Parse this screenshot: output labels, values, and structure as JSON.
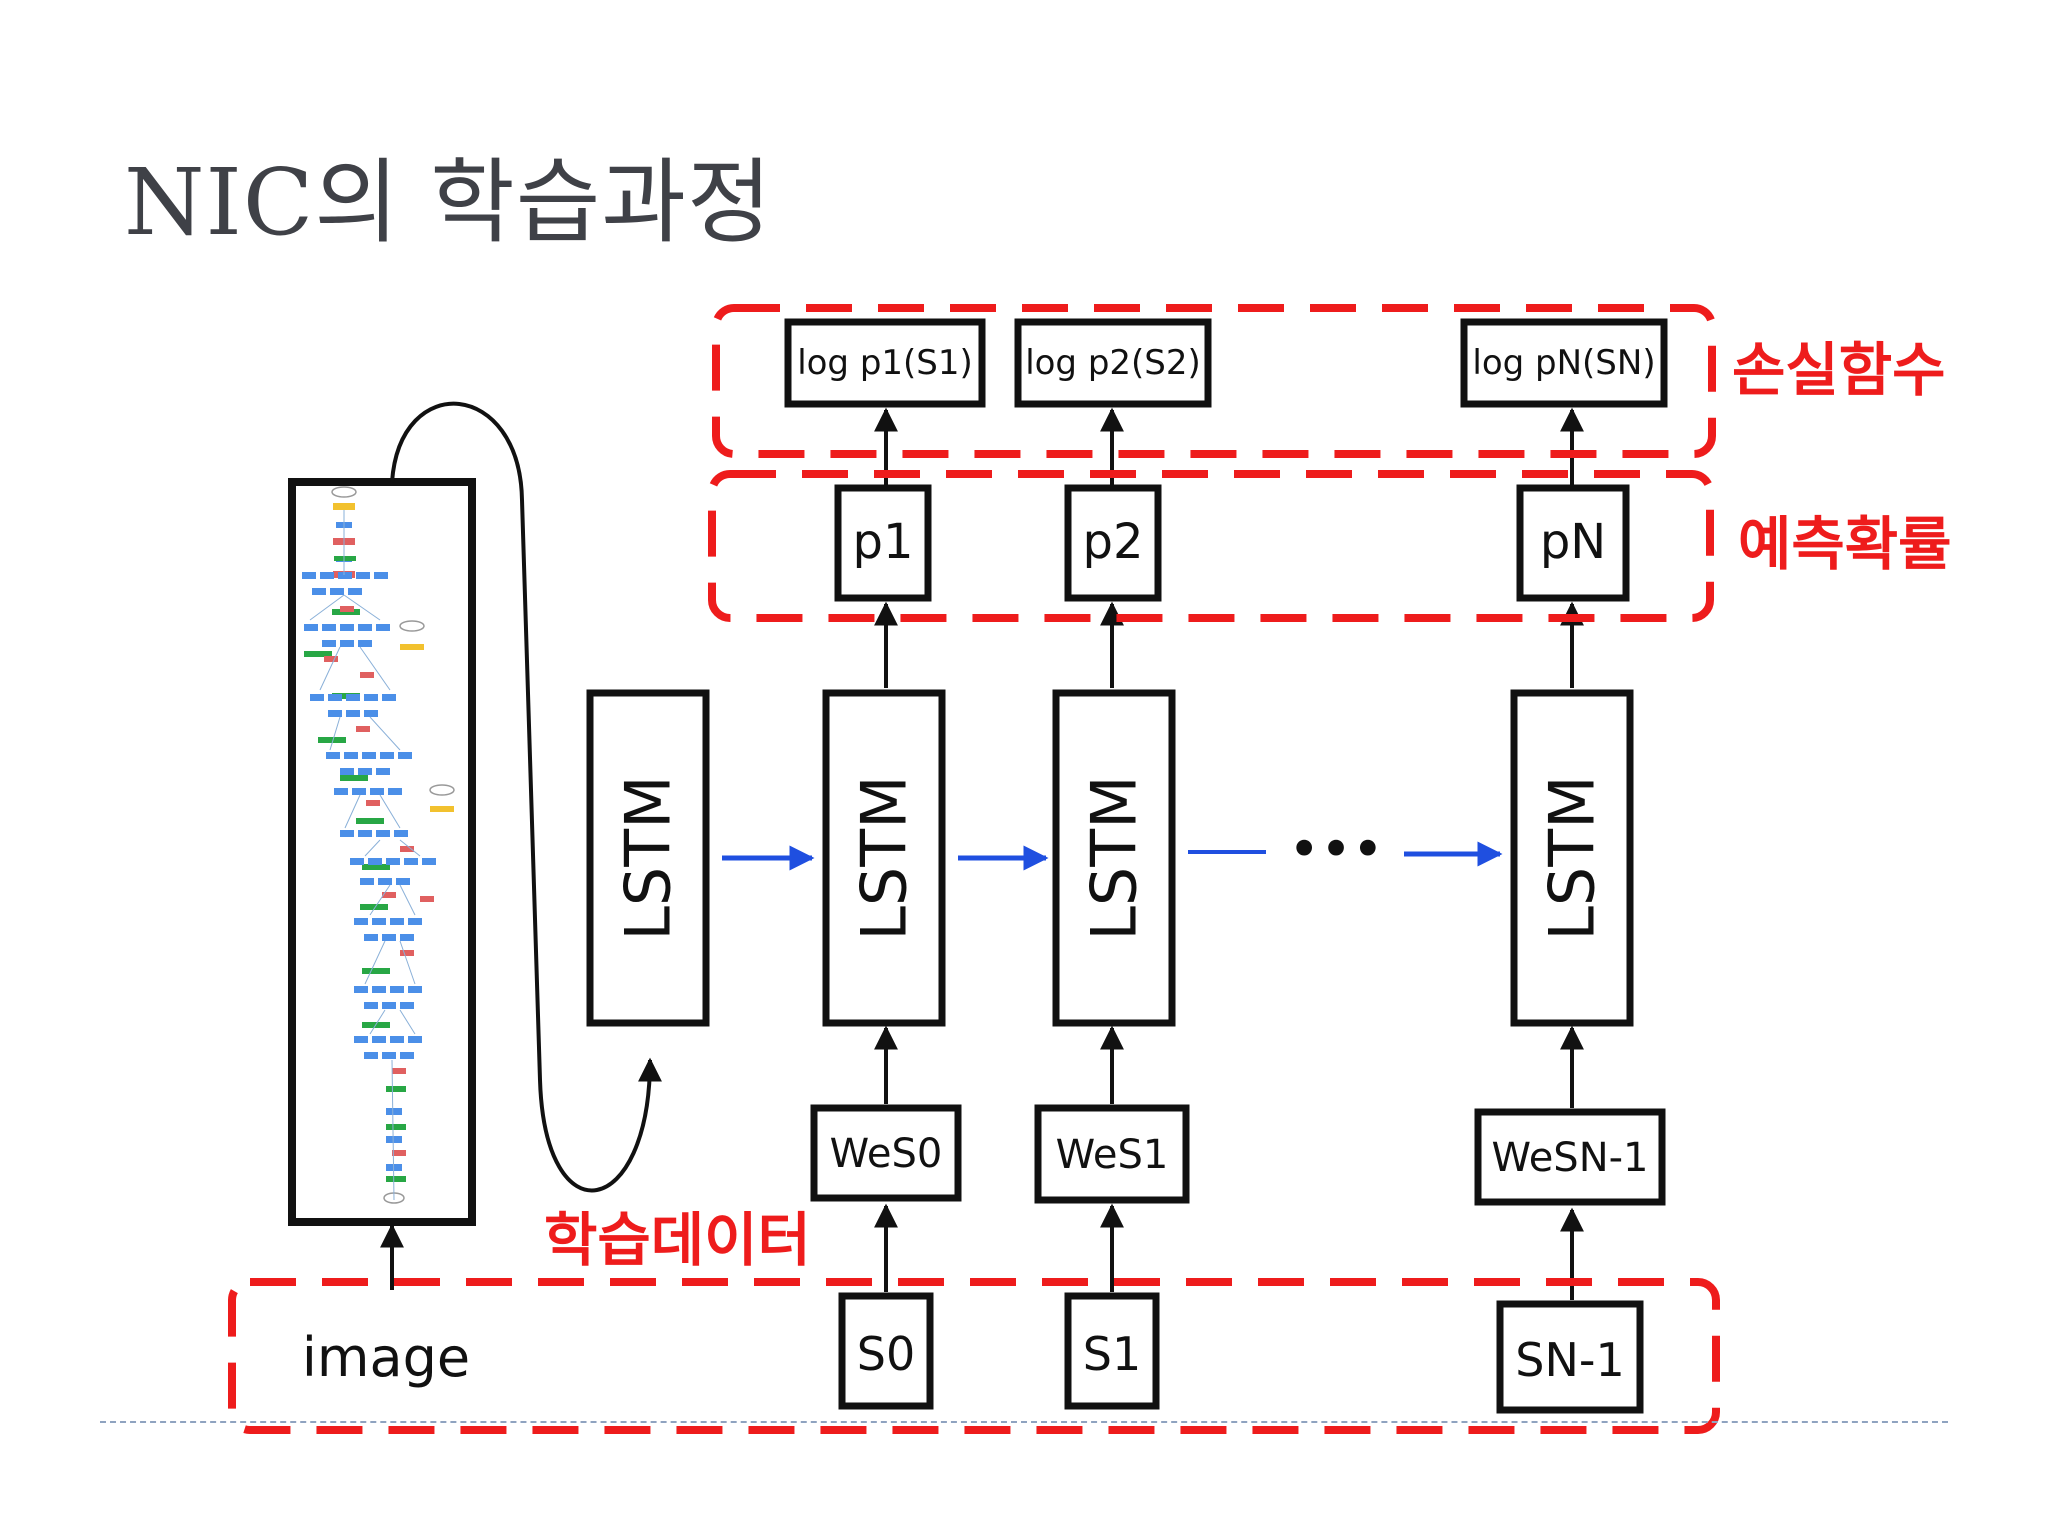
{
  "slide": {
    "title": "NIC의 학습과정"
  },
  "diagram": {
    "image_label": "image",
    "lstm_label": "LSTM",
    "ellipsis": "•••",
    "inputs": [
      "S0",
      "S1",
      "SN-1"
    ],
    "embeddings": [
      "WeS0",
      "WeS1",
      "WeSN-1"
    ],
    "probabilities": [
      "p1",
      "p2",
      "pN"
    ],
    "losses": [
      "log p1(S1)",
      "log p2(S2)",
      "log pN(SN)"
    ]
  },
  "annotations": {
    "loss": "손실함수",
    "prediction": "예측확률",
    "training_data": "학습데이터",
    "color": "#ee1c1c"
  },
  "colors": {
    "arrow_blue": "#1f4fe0",
    "title": "#3f4147"
  }
}
